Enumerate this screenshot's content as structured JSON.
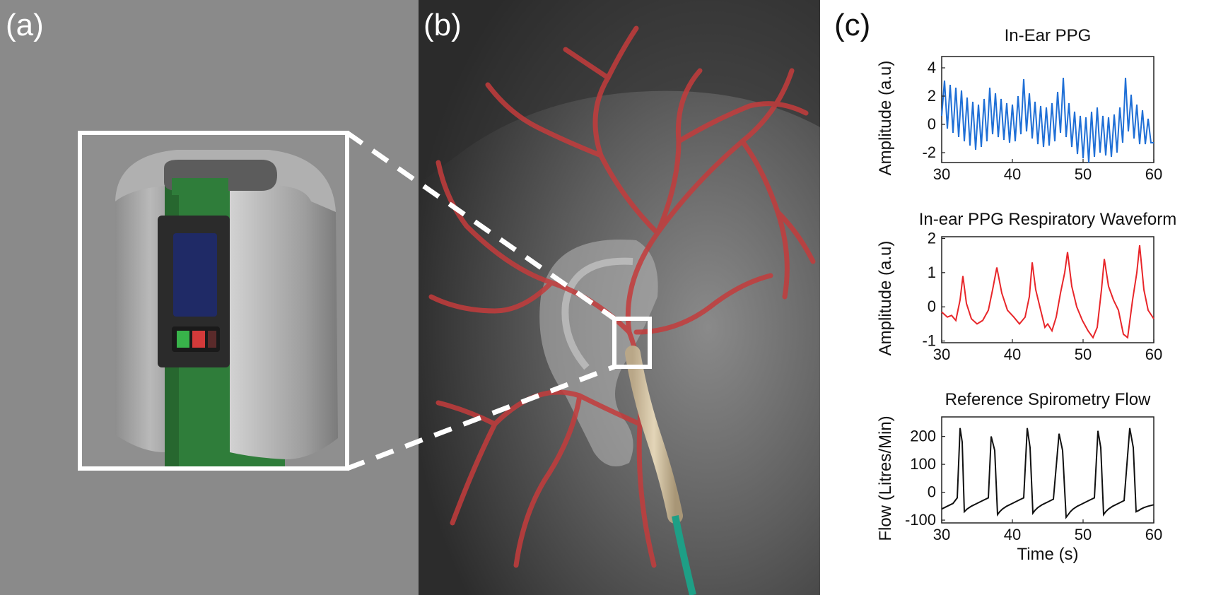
{
  "panels": {
    "a": {
      "label": "(a)"
    },
    "b": {
      "label": "(b)"
    },
    "c": {
      "label": "(c)"
    }
  },
  "colors": {
    "ppg": "#1f6fd6",
    "respiratory": "#e8262a",
    "flow": "#111111",
    "vessels": "#c43c3c",
    "sensor_green": "#2f7d3a",
    "sensor_blue": "#1f2a66",
    "sensor_red": "#d43a3a"
  },
  "chart_data": [
    {
      "type": "line",
      "title": "In-Ear PPG",
      "xlabel": "",
      "ylabel": "Amplitude (a.u)",
      "xlim": [
        30,
        60
      ],
      "ylim": [
        -2.7,
        4.8
      ],
      "xticks": [
        30,
        40,
        50,
        60
      ],
      "yticks": [
        -2,
        0,
        2,
        4
      ],
      "series": [
        {
          "color": "#1f6fd6",
          "description": "PPG oscillating at ~1.2 Hz superimposed on a ~0.2 Hz respiratory baseline",
          "x": [
            30.0,
            30.4,
            30.8,
            31.2,
            31.6,
            32.0,
            32.4,
            32.8,
            33.2,
            33.6,
            34.0,
            34.4,
            34.8,
            35.2,
            35.6,
            36.0,
            36.4,
            36.8,
            37.2,
            37.6,
            38.0,
            38.4,
            38.8,
            39.2,
            39.6,
            40.0,
            40.4,
            40.8,
            41.2,
            41.6,
            42.0,
            42.4,
            42.8,
            43.2,
            43.6,
            44.0,
            44.4,
            44.8,
            45.2,
            45.6,
            46.0,
            46.4,
            46.8,
            47.2,
            47.6,
            48.0,
            48.4,
            48.8,
            49.2,
            49.6,
            50.0,
            50.4,
            50.8,
            51.2,
            51.6,
            52.0,
            52.4,
            52.8,
            53.2,
            53.6,
            54.0,
            54.4,
            54.8,
            55.2,
            55.6,
            56.0,
            56.4,
            56.8,
            57.2,
            57.6,
            58.0,
            58.4,
            58.8,
            59.2,
            59.6,
            60.0
          ],
          "y": [
            0.6,
            3.1,
            -0.3,
            2.8,
            -0.6,
            2.6,
            -0.9,
            2.4,
            -1.2,
            1.9,
            -1.5,
            1.6,
            -1.8,
            1.4,
            -1.6,
            1.8,
            -1.2,
            2.6,
            -0.7,
            2.2,
            -0.9,
            1.8,
            -1.1,
            1.5,
            -1.3,
            1.4,
            -1.2,
            2.0,
            -0.7,
            3.2,
            -0.5,
            2.2,
            -1.0,
            1.6,
            -1.4,
            1.3,
            -1.6,
            1.2,
            -1.5,
            1.5,
            -1.2,
            2.3,
            -0.6,
            3.3,
            -0.9,
            1.5,
            -1.6,
            0.9,
            -2.1,
            0.6,
            -2.4,
            0.5,
            -2.7,
            0.9,
            -2.3,
            1.2,
            -2.0,
            0.6,
            -2.2,
            0.5,
            -2.3,
            0.7,
            -2.0,
            1.2,
            -1.3,
            3.3,
            -0.5,
            2.1,
            -1.0,
            1.4,
            -1.4,
            1.0,
            -1.4,
            0.4,
            -1.3,
            -1.3
          ]
        }
      ]
    },
    {
      "type": "line",
      "title": "In-ear PPG Respiratory Waveform",
      "xlabel": "",
      "ylabel": "Amplitude (a.u)",
      "xlim": [
        30,
        60
      ],
      "ylim": [
        -1.05,
        2.05
      ],
      "xticks": [
        30,
        40,
        50,
        60
      ],
      "yticks": [
        -1,
        0,
        1,
        2
      ],
      "series": [
        {
          "color": "#e8262a",
          "x": [
            30.0,
            30.8,
            31.4,
            32.0,
            32.6,
            33.0,
            33.5,
            34.2,
            35.0,
            35.8,
            36.6,
            37.2,
            37.8,
            38.5,
            39.3,
            40.2,
            41.0,
            41.8,
            42.4,
            42.8,
            43.3,
            44.0,
            44.6,
            45.0,
            45.6,
            46.2,
            46.8,
            47.4,
            47.8,
            48.4,
            49.1,
            49.9,
            50.7,
            51.4,
            52.0,
            52.6,
            53.0,
            53.6,
            54.3,
            55.0,
            55.7,
            56.3,
            57.0,
            57.6,
            58.0,
            58.6,
            59.2,
            60.0
          ],
          "y": [
            -0.15,
            -0.3,
            -0.25,
            -0.4,
            0.2,
            0.9,
            0.1,
            -0.35,
            -0.5,
            -0.4,
            -0.1,
            0.5,
            1.15,
            0.4,
            -0.1,
            -0.3,
            -0.5,
            -0.3,
            0.3,
            1.3,
            0.5,
            -0.1,
            -0.6,
            -0.5,
            -0.7,
            -0.3,
            0.4,
            1.0,
            1.6,
            0.6,
            0.0,
            -0.4,
            -0.7,
            -0.9,
            -0.6,
            0.5,
            1.4,
            0.6,
            0.2,
            -0.1,
            -0.8,
            -0.9,
            0.2,
            1.0,
            1.8,
            0.5,
            -0.1,
            -0.35
          ]
        }
      ]
    },
    {
      "type": "line",
      "title": "Reference Spirometry Flow",
      "xlabel": "Time (s)",
      "ylabel": "Flow (Litres/Min)",
      "xlim": [
        30,
        60
      ],
      "ylim": [
        -110,
        270
      ],
      "xticks": [
        30,
        40,
        50,
        60
      ],
      "yticks": [
        -100,
        0,
        100,
        200
      ],
      "series": [
        {
          "color": "#111111",
          "x": [
            30.0,
            30.8,
            31.6,
            32.2,
            32.6,
            32.9,
            33.2,
            33.6,
            34.2,
            35.0,
            35.8,
            36.6,
            37.0,
            37.5,
            37.9,
            38.2,
            38.6,
            39.2,
            40.0,
            40.8,
            41.6,
            42.1,
            42.5,
            42.9,
            43.2,
            43.6,
            44.2,
            45.0,
            45.8,
            46.6,
            47.1,
            47.6,
            47.9,
            48.2,
            48.6,
            49.2,
            50.0,
            50.8,
            51.6,
            52.1,
            52.5,
            52.9,
            53.2,
            53.6,
            54.2,
            55.0,
            55.8,
            56.6,
            57.1,
            57.5,
            57.9,
            58.2,
            58.6,
            59.2,
            60.0
          ],
          "y": [
            -60,
            -50,
            -40,
            -20,
            230,
            180,
            -70,
            -60,
            -50,
            -40,
            -30,
            -20,
            200,
            150,
            -80,
            -70,
            -60,
            -50,
            -40,
            -30,
            -20,
            230,
            160,
            -75,
            -65,
            -55,
            -45,
            -35,
            -25,
            210,
            150,
            -90,
            -80,
            -70,
            -60,
            -50,
            -40,
            -30,
            -20,
            220,
            160,
            -80,
            -70,
            -60,
            -50,
            -40,
            -30,
            230,
            160,
            -70,
            -65,
            -60,
            -55,
            -50,
            -45
          ]
        }
      ]
    }
  ]
}
